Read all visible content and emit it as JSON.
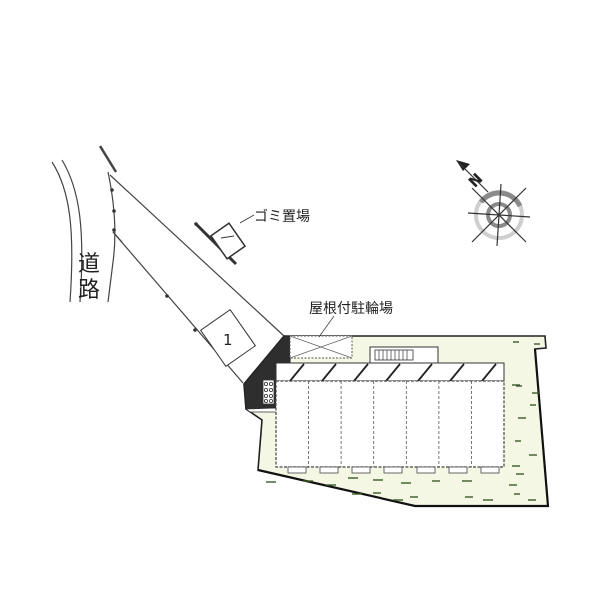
{
  "map": {
    "type": "site-plan",
    "labels": {
      "road": "道路",
      "road_line1": "道",
      "road_line2": "路",
      "garbage": "ゴミ置場",
      "bicycle_parking": "屋根付駐輪場",
      "parking_space": "1",
      "north": "N"
    },
    "building": {
      "units": 7
    },
    "colors": {
      "lawn": "#f4f7e4",
      "line": "#333333",
      "dark_area": "#2e2e2e",
      "compass_ring_dark": "#8a8a8a",
      "compass_ring_light": "#cfcfcf"
    }
  }
}
